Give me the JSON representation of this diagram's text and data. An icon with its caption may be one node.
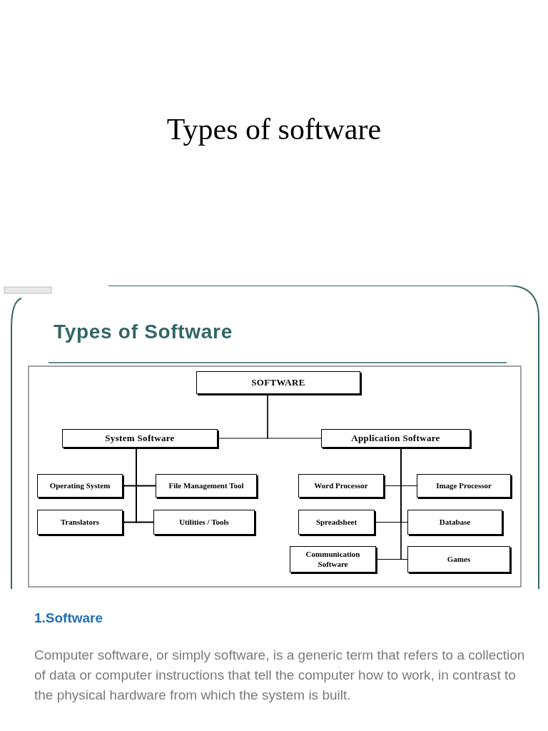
{
  "diagram": {
    "title": "Types of software",
    "nodes": [
      {
        "text": [
          "SOFTWARE"
        ]
      },
      {
        "text": [
          "System Software"
        ]
      },
      {
        "text": [
          "Application Software"
        ]
      },
      {
        "text": [
          "Operating System"
        ]
      },
      {
        "text": [
          "File Management Tool"
        ]
      },
      {
        "text": [
          "Translators"
        ]
      },
      {
        "text": [
          "Utilities / Tools"
        ]
      },
      {
        "text": [
          "Word Processor"
        ]
      },
      {
        "text": [
          "Image Processor"
        ]
      },
      {
        "text": [
          "Spreadsheet"
        ]
      },
      {
        "text": [
          "Database"
        ]
      },
      {
        "text": [
          "Communication Software"
        ]
      },
      {
        "text": [
          "Games"
        ]
      }
    ],
    "edges": [
      {
        "from": 0,
        "to": 1,
        "arrow": "none"
      },
      {
        "from": 0,
        "to": 2,
        "arrow": "none"
      },
      {
        "from": 1,
        "to": 3,
        "arrow": "none"
      },
      {
        "from": 1,
        "to": 4,
        "arrow": "none"
      },
      {
        "from": 1,
        "to": 5,
        "arrow": "none"
      },
      {
        "from": 1,
        "to": 6,
        "arrow": "none"
      },
      {
        "from": 2,
        "to": 7,
        "arrow": "none"
      },
      {
        "from": 2,
        "to": 8,
        "arrow": "none"
      },
      {
        "from": 2,
        "to": 9,
        "arrow": "none"
      },
      {
        "from": 2,
        "to": 10,
        "arrow": "none"
      },
      {
        "from": 2,
        "to": 11,
        "arrow": "none"
      },
      {
        "from": 2,
        "to": 12,
        "arrow": "none"
      }
    ],
    "labels": [
      "Types of Software",
      "1.Software",
      "Computer software, or simply software, is a generic term that refers to a collection of data or computer instructions that tell the computer how to work, in contrast to the physical hardware from which the system is built."
    ]
  }
}
